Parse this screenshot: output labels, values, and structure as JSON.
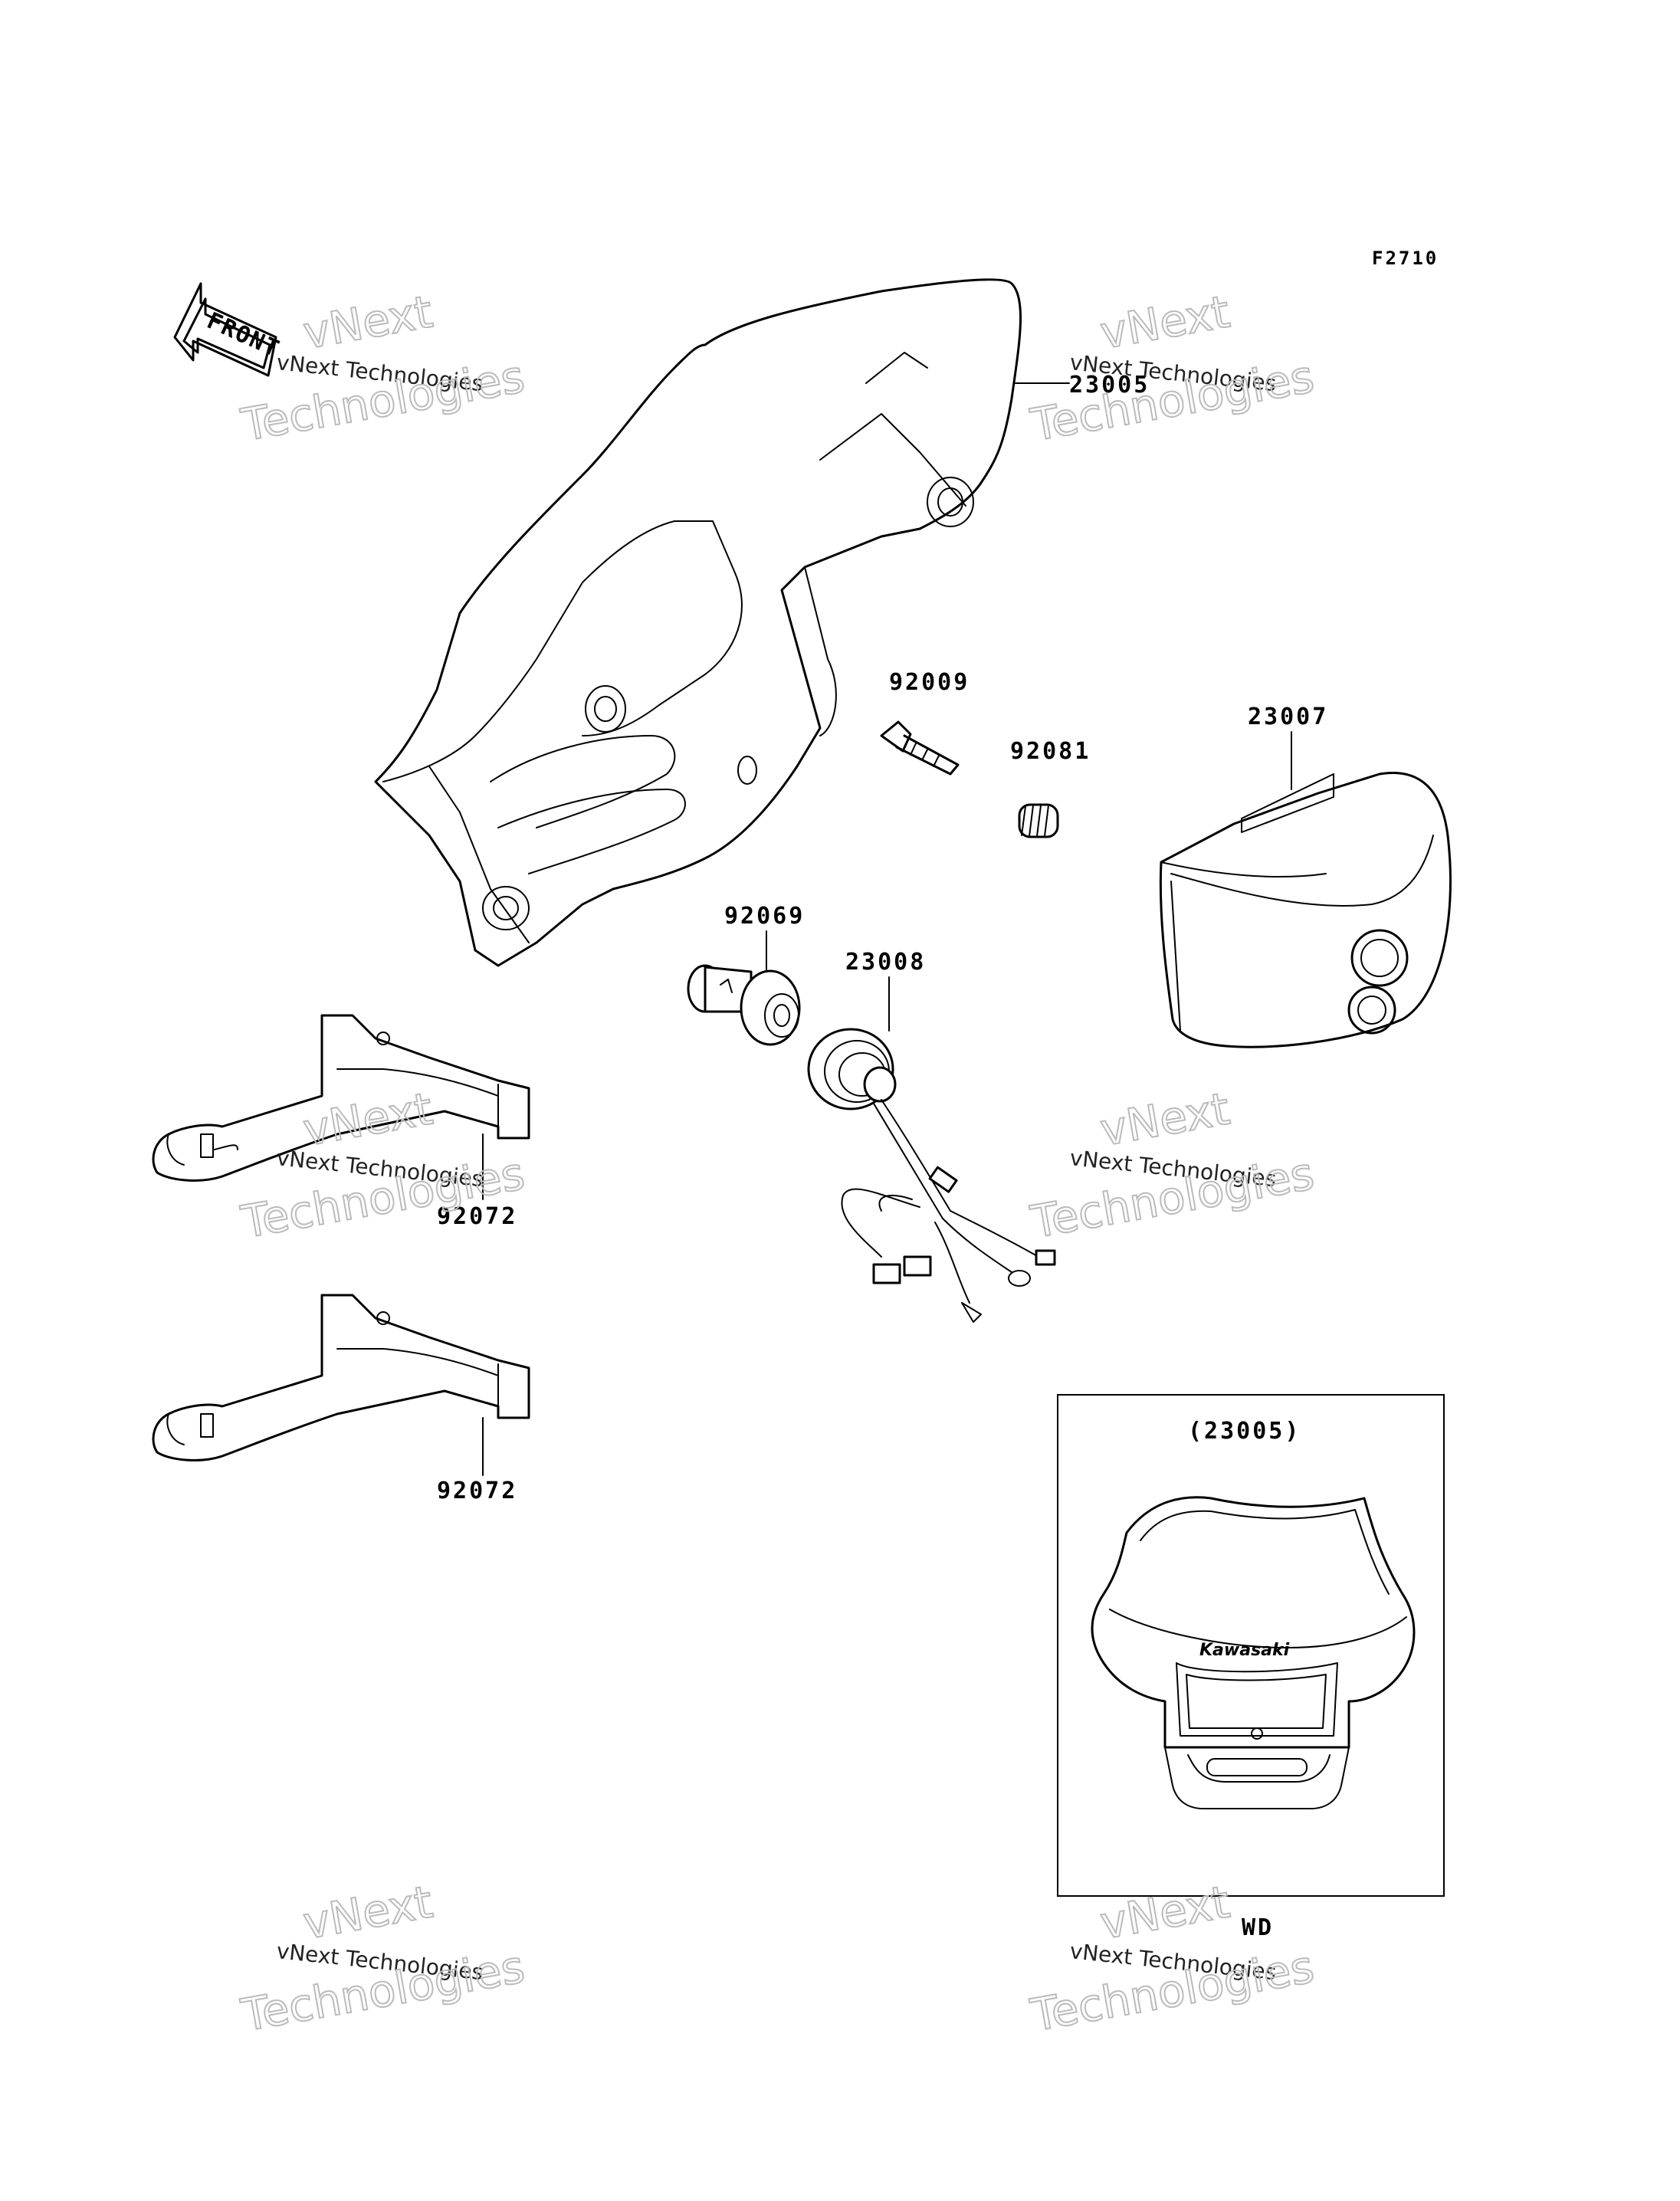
{
  "figure_code": "F2710",
  "front_badge": "FRONT",
  "part_labels": {
    "p23005": "23005",
    "p23007": "23007",
    "p92009": "92009",
    "p92081": "92081",
    "p92069": "92069",
    "p23008": "23008",
    "p92072a": "92072",
    "p92072b": "92072"
  },
  "inset": {
    "title": "(23005)",
    "brand": "Kawasaki",
    "variant_code": "WD"
  },
  "watermark": {
    "small": "vNext Technologies",
    "large_line1": "vNext",
    "large_line2": "Technologies"
  },
  "colors": {
    "line": "#000000",
    "watermark": "#bbbbbb",
    "background": "#ffffff"
  }
}
